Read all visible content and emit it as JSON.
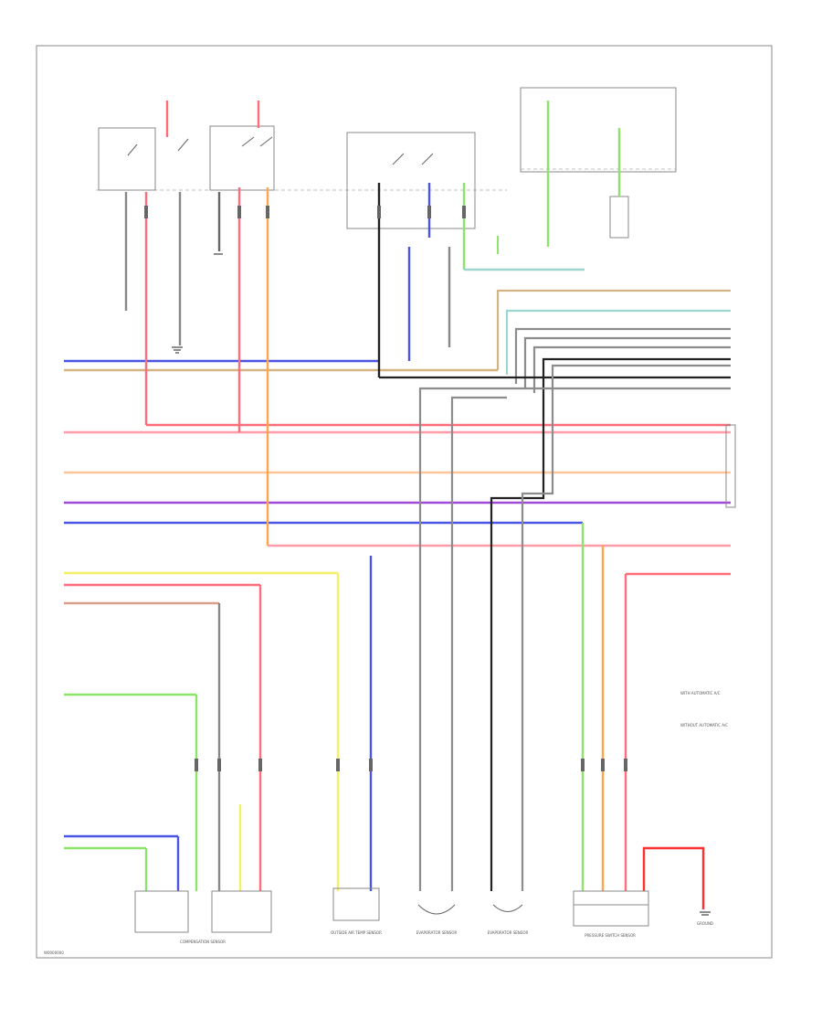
{
  "diagram": {
    "colors": {
      "red": "#ff6d7a",
      "pink": "#ff9aa8",
      "blue": "#4a55e6",
      "yellow": "#f3f066",
      "green": "#8ee36a",
      "orange": "#ffa64d",
      "tan": "#d4b483",
      "purple": "#a04ad8",
      "grey": "#8c8c8c",
      "black": "#222222",
      "teal": "#9cd6cf",
      "peach": "#ffc59a"
    },
    "components": {
      "comp_left": "COMPENSATION SENSOR",
      "comp_mid": "OUTSIDE AIR TEMP SENSOR",
      "comp_c1": "EVAPORATOR SENSOR",
      "comp_c2": "EVAPORATOR SENSOR",
      "comp_right": "PRESSURE SWITCH SENSOR",
      "comp_ground": "GROUND"
    },
    "notes": {
      "n1": "WITH AUTOMATIC A/C",
      "n2": "WITHOUT AUTOMATIC A/C"
    },
    "figure_id": "W0000000"
  }
}
